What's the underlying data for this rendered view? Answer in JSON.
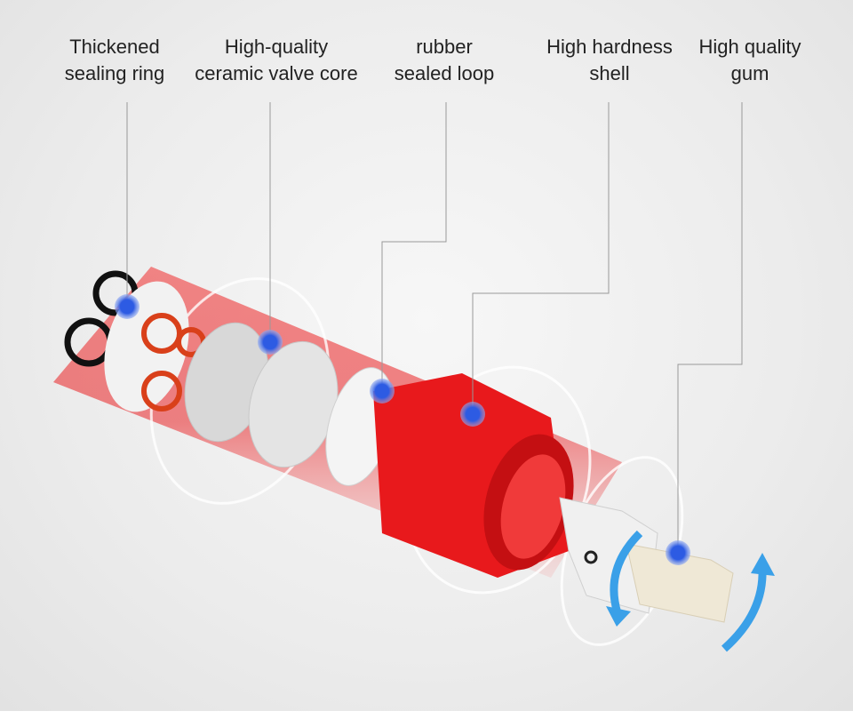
{
  "labels": [
    {
      "line1": "Thickened",
      "line2": "sealing ring"
    },
    {
      "line1": "High-quality",
      "line2": "ceramic valve core"
    },
    {
      "line1": "rubber",
      "line2": "sealed loop"
    },
    {
      "line1": "High hardness",
      "line2": "shell"
    },
    {
      "line1": "High quality",
      "line2": "gum"
    }
  ],
  "colors": {
    "accent_red": "#e8191c",
    "marker_blue": "#2d5be3",
    "arrow_blue": "#3aa0e8",
    "leader_line": "#999999"
  }
}
